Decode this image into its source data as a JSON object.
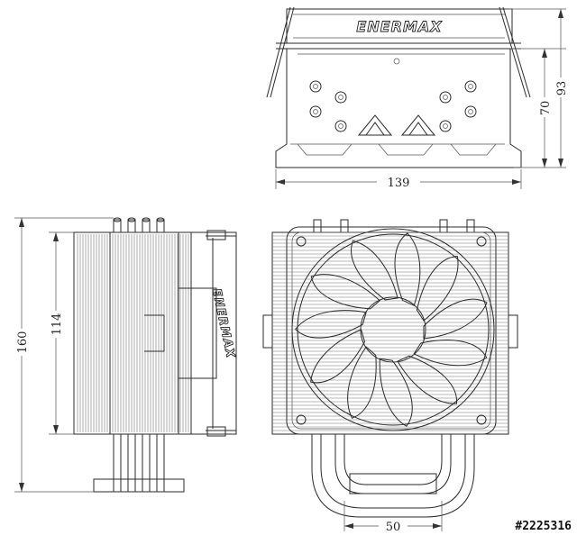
{
  "drawing": {
    "brand_text": "ENERMAX",
    "dimensions": {
      "top_width": "139",
      "top_height_inner": "70",
      "top_height_outer": "93",
      "side_height_outer": "160",
      "side_height_inner": "114",
      "front_base_width": "50"
    },
    "watermark": "#2225316"
  }
}
